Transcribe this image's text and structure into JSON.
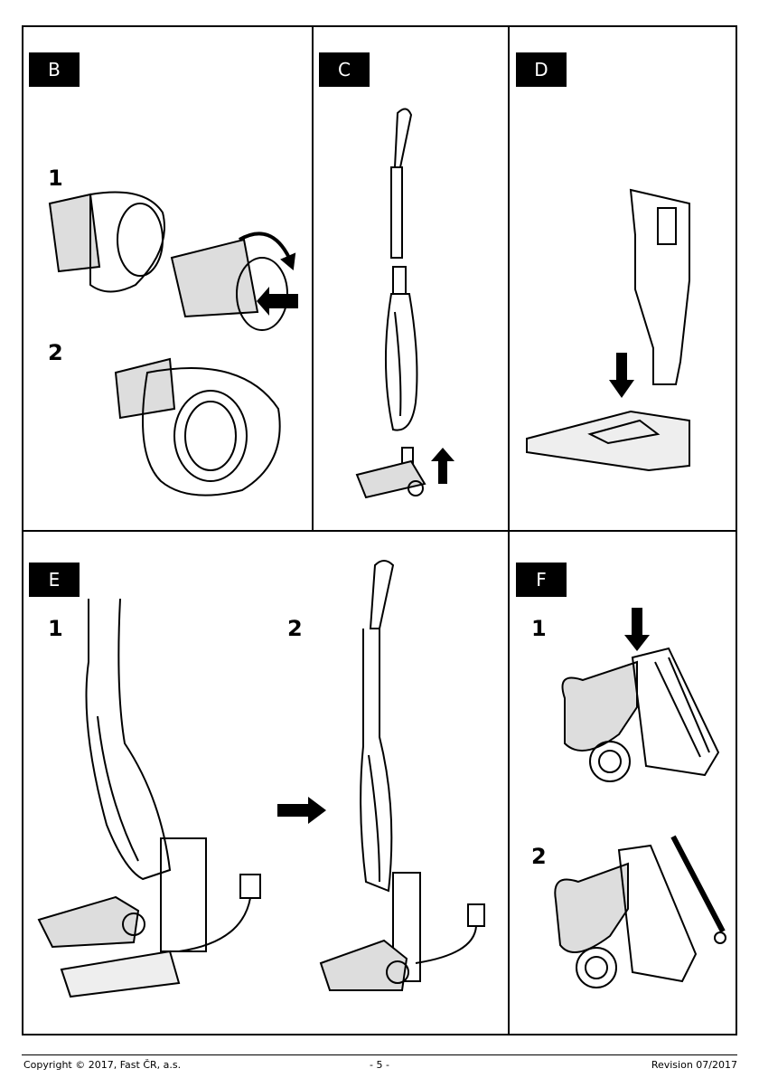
{
  "panels": {
    "b": {
      "label": "B",
      "steps": [
        "1",
        "2"
      ]
    },
    "c": {
      "label": "C"
    },
    "d": {
      "label": "D"
    },
    "e": {
      "label": "E",
      "steps": [
        "1",
        "2"
      ]
    },
    "f": {
      "label": "F",
      "steps": [
        "1",
        "2"
      ]
    }
  },
  "footer": {
    "copyright": "Copyright © 2017, Fast ČR, a.s.",
    "page": "- 5 -",
    "revision": "Revision 07/2017"
  }
}
